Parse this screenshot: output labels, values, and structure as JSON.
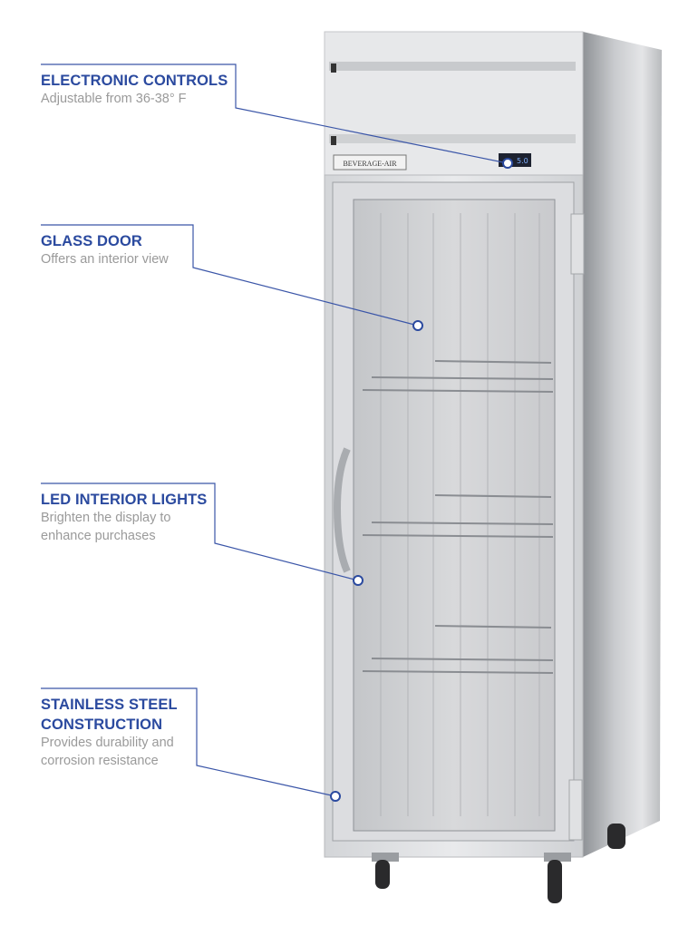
{
  "product": {
    "brand_label": "BEVERAGE-AIR",
    "display_reading": "5.0"
  },
  "callouts": [
    {
      "title": "ELECTRONIC CONTROLS",
      "lines": [
        "Adjustable from 36-38° F"
      ]
    },
    {
      "title": "GLASS DOOR",
      "lines": [
        "Offers an interior view"
      ]
    },
    {
      "title": "LED INTERIOR LIGHTS",
      "lines": [
        "Brighten the display to",
        "enhance purchases"
      ]
    },
    {
      "title_lines": [
        "STAINLESS STEEL",
        "CONSTRUCTION"
      ],
      "lines": [
        "Provides durability and",
        "corrosion resistance"
      ]
    }
  ],
  "colors": {
    "accent": "#2b4a9f",
    "line": "#3b56a8",
    "subtext": "#9a9a9a"
  }
}
